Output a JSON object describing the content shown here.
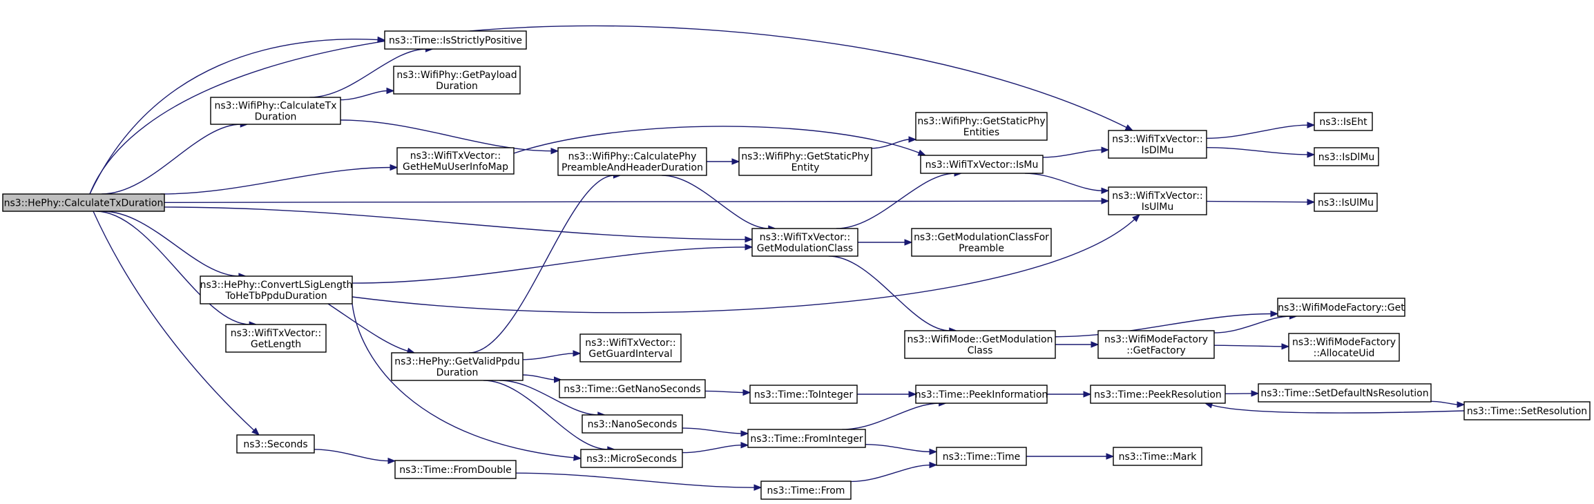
{
  "graph": {
    "type": "call-graph",
    "colors": {
      "edge": "#191970",
      "root_fill": "#bfbfbf",
      "node_fill": "#ffffff",
      "border": "#000000"
    },
    "nodes": [
      {
        "id": "root",
        "lines": [
          "ns3::HePhy::CalculateTxDuration"
        ]
      },
      {
        "id": "isStrictlyPositive",
        "lines": [
          "ns3::Time::IsStrictlyPositive"
        ]
      },
      {
        "id": "wifiPhyCalcTx",
        "lines": [
          "ns3::WifiPhy::CalculateTx",
          "Duration"
        ]
      },
      {
        "id": "getPayloadDuration",
        "lines": [
          "ns3::WifiPhy::GetPayload",
          "Duration"
        ]
      },
      {
        "id": "getHeMuUserInfoMap",
        "lines": [
          "ns3::WifiTxVector::",
          "GetHeMuUserInfoMap"
        ]
      },
      {
        "id": "calcPhyPreamble",
        "lines": [
          "ns3::WifiPhy::CalculatePhy",
          "PreambleAndHeaderDuration"
        ]
      },
      {
        "id": "getStaticPhyEntity",
        "lines": [
          "ns3::WifiPhy::GetStaticPhy",
          "Entity"
        ]
      },
      {
        "id": "getStaticPhyEntities",
        "lines": [
          "ns3::WifiPhy::GetStaticPhy",
          "Entities"
        ]
      },
      {
        "id": "isMu",
        "lines": [
          "ns3::WifiTxVector::IsMu"
        ]
      },
      {
        "id": "isDlMu",
        "lines": [
          "ns3::WifiTxVector::",
          "IsDlMu"
        ]
      },
      {
        "id": "isEht",
        "lines": [
          "ns3::IsEht"
        ]
      },
      {
        "id": "nsIsDlMu",
        "lines": [
          "ns3::IsDlMu"
        ]
      },
      {
        "id": "isUlMu",
        "lines": [
          "ns3::WifiTxVector::",
          "IsUlMu"
        ]
      },
      {
        "id": "nsIsUlMu",
        "lines": [
          "ns3::IsUlMu"
        ]
      },
      {
        "id": "getModulationClass",
        "lines": [
          "ns3::WifiTxVector::",
          "GetModulationClass"
        ]
      },
      {
        "id": "getModClassForPreamble",
        "lines": [
          "ns3::GetModulationClassFor",
          "Preamble"
        ]
      },
      {
        "id": "convertLSig",
        "lines": [
          "ns3::HePhy::ConvertLSigLength",
          "ToHeTbPpduDuration"
        ]
      },
      {
        "id": "getLength",
        "lines": [
          "ns3::WifiTxVector::",
          "GetLength"
        ]
      },
      {
        "id": "wifiModeGetModClass",
        "lines": [
          "ns3::WifiMode::GetModulation",
          "Class"
        ]
      },
      {
        "id": "wifiModeFactoryGet",
        "lines": [
          "ns3::WifiModeFactory::Get"
        ]
      },
      {
        "id": "getFactory",
        "lines": [
          "ns3::WifiModeFactory",
          "::GetFactory"
        ]
      },
      {
        "id": "allocateUid",
        "lines": [
          "ns3::WifiModeFactory",
          "::AllocateUid"
        ]
      },
      {
        "id": "getValidPpdu",
        "lines": [
          "ns3::HePhy::GetValidPpdu",
          "Duration"
        ]
      },
      {
        "id": "getGuardInterval",
        "lines": [
          "ns3::WifiTxVector::",
          "GetGuardInterval"
        ]
      },
      {
        "id": "getNanoSeconds",
        "lines": [
          "ns3::Time::GetNanoSeconds"
        ]
      },
      {
        "id": "toInteger",
        "lines": [
          "ns3::Time::ToInteger"
        ]
      },
      {
        "id": "peekInformation",
        "lines": [
          "ns3::Time::PeekInformation"
        ]
      },
      {
        "id": "peekResolution",
        "lines": [
          "ns3::Time::PeekResolution"
        ]
      },
      {
        "id": "setDefaultNsResolution",
        "lines": [
          "ns3::Time::SetDefaultNsResolution"
        ]
      },
      {
        "id": "setResolution",
        "lines": [
          "ns3::Time::SetResolution"
        ]
      },
      {
        "id": "nanoSeconds",
        "lines": [
          "ns3::NanoSeconds"
        ]
      },
      {
        "id": "fromInteger",
        "lines": [
          "ns3::Time::FromInteger"
        ]
      },
      {
        "id": "microSeconds",
        "lines": [
          "ns3::MicroSeconds"
        ]
      },
      {
        "id": "seconds",
        "lines": [
          "ns3::Seconds"
        ]
      },
      {
        "id": "fromDouble",
        "lines": [
          "ns3::Time::FromDouble"
        ]
      },
      {
        "id": "time",
        "lines": [
          "ns3::Time::Time"
        ]
      },
      {
        "id": "mark",
        "lines": [
          "ns3::Time::Mark"
        ]
      },
      {
        "id": "from",
        "lines": [
          "ns3::Time::From"
        ]
      }
    ],
    "edges": [
      [
        "root",
        "isStrictlyPositive"
      ],
      [
        "root",
        "wifiPhyCalcTx"
      ],
      [
        "root",
        "isDlMu"
      ],
      [
        "root",
        "getHeMuUserInfoMap"
      ],
      [
        "root",
        "isUlMu"
      ],
      [
        "root",
        "getModulationClass"
      ],
      [
        "root",
        "convertLSig"
      ],
      [
        "root",
        "getLength"
      ],
      [
        "root",
        "seconds"
      ],
      [
        "wifiPhyCalcTx",
        "isStrictlyPositive"
      ],
      [
        "wifiPhyCalcTx",
        "getPayloadDuration"
      ],
      [
        "wifiPhyCalcTx",
        "calcPhyPreamble"
      ],
      [
        "getHeMuUserInfoMap",
        "isMu"
      ],
      [
        "calcPhyPreamble",
        "getStaticPhyEntity"
      ],
      [
        "calcPhyPreamble",
        "getModulationClass"
      ],
      [
        "getStaticPhyEntity",
        "getStaticPhyEntities"
      ],
      [
        "isMu",
        "isDlMu"
      ],
      [
        "isMu",
        "isUlMu"
      ],
      [
        "isDlMu",
        "isEht"
      ],
      [
        "isDlMu",
        "nsIsDlMu"
      ],
      [
        "isUlMu",
        "nsIsUlMu"
      ],
      [
        "getModulationClass",
        "isMu"
      ],
      [
        "getModulationClass",
        "getModClassForPreamble"
      ],
      [
        "getModulationClass",
        "wifiModeGetModClass"
      ],
      [
        "convertLSig",
        "getModulationClass"
      ],
      [
        "convertLSig",
        "isUlMu"
      ],
      [
        "convertLSig",
        "getValidPpdu"
      ],
      [
        "convertLSig",
        "microSeconds"
      ],
      [
        "wifiModeGetModClass",
        "wifiModeFactoryGet"
      ],
      [
        "wifiModeGetModClass",
        "getFactory"
      ],
      [
        "getFactory",
        "wifiModeFactoryGet"
      ],
      [
        "getFactory",
        "allocateUid"
      ],
      [
        "getValidPpdu",
        "calcPhyPreamble"
      ],
      [
        "getValidPpdu",
        "getGuardInterval"
      ],
      [
        "getValidPpdu",
        "getNanoSeconds"
      ],
      [
        "getValidPpdu",
        "nanoSeconds"
      ],
      [
        "getValidPpdu",
        "microSeconds"
      ],
      [
        "getNanoSeconds",
        "toInteger"
      ],
      [
        "toInteger",
        "peekInformation"
      ],
      [
        "peekInformation",
        "peekResolution"
      ],
      [
        "peekResolution",
        "setDefaultNsResolution"
      ],
      [
        "setDefaultNsResolution",
        "setResolution"
      ],
      [
        "setResolution",
        "peekResolution"
      ],
      [
        "nanoSeconds",
        "fromInteger"
      ],
      [
        "microSeconds",
        "fromInteger"
      ],
      [
        "fromInteger",
        "peekInformation"
      ],
      [
        "fromInteger",
        "time"
      ],
      [
        "seconds",
        "fromDouble"
      ],
      [
        "fromDouble",
        "from"
      ],
      [
        "from",
        "time"
      ],
      [
        "time",
        "mark"
      ]
    ]
  }
}
